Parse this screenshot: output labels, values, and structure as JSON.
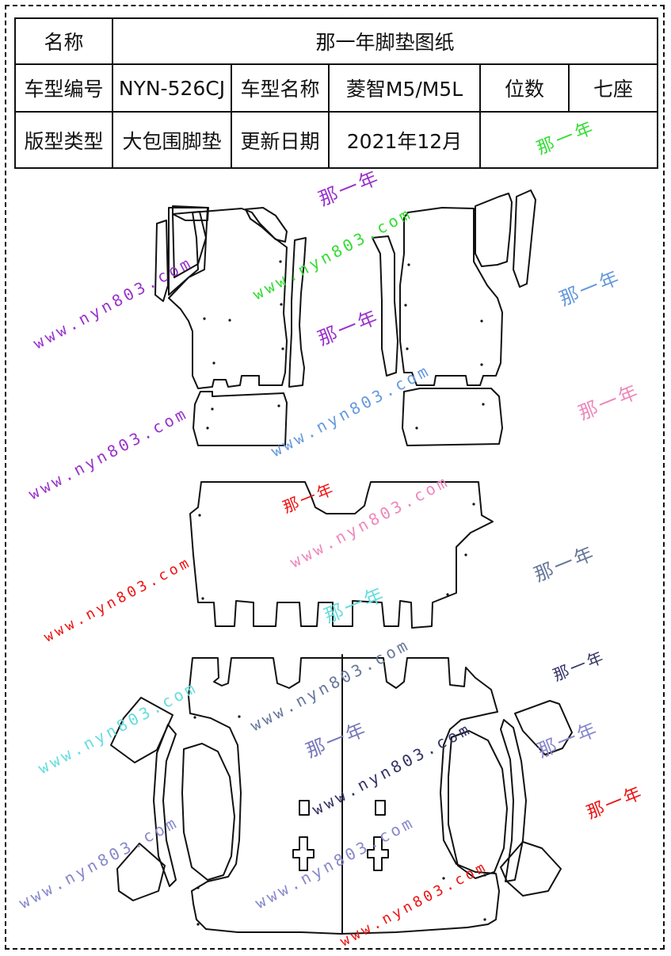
{
  "spec_table": {
    "title_label": "名称",
    "title_value": "那一年脚垫图纸",
    "model_code_label": "车型编号",
    "model_code_value": "NYN-526CJ",
    "model_name_label": "车型名称",
    "model_name_value": "菱智M5/M5L",
    "seats_label": "位数",
    "seats_value": "七座",
    "style_label": "版型类型",
    "style_value": "大包围脚垫",
    "update_label": "更新日期",
    "update_value": "2021年12月",
    "brand_mark": "那一年"
  },
  "watermarks": {
    "brand": "那一年",
    "site": "www.nyn803.com"
  },
  "colors": {
    "line": "#111111",
    "brand_green": "#33dd33",
    "brand_purple": "#9933cc",
    "brand_blue": "#6699dd",
    "brand_pink": "#ee88bb",
    "brand_red": "#ee1111",
    "brand_cyan": "#66dddd",
    "brand_slate": "#667799",
    "brand_navy": "#333366"
  }
}
